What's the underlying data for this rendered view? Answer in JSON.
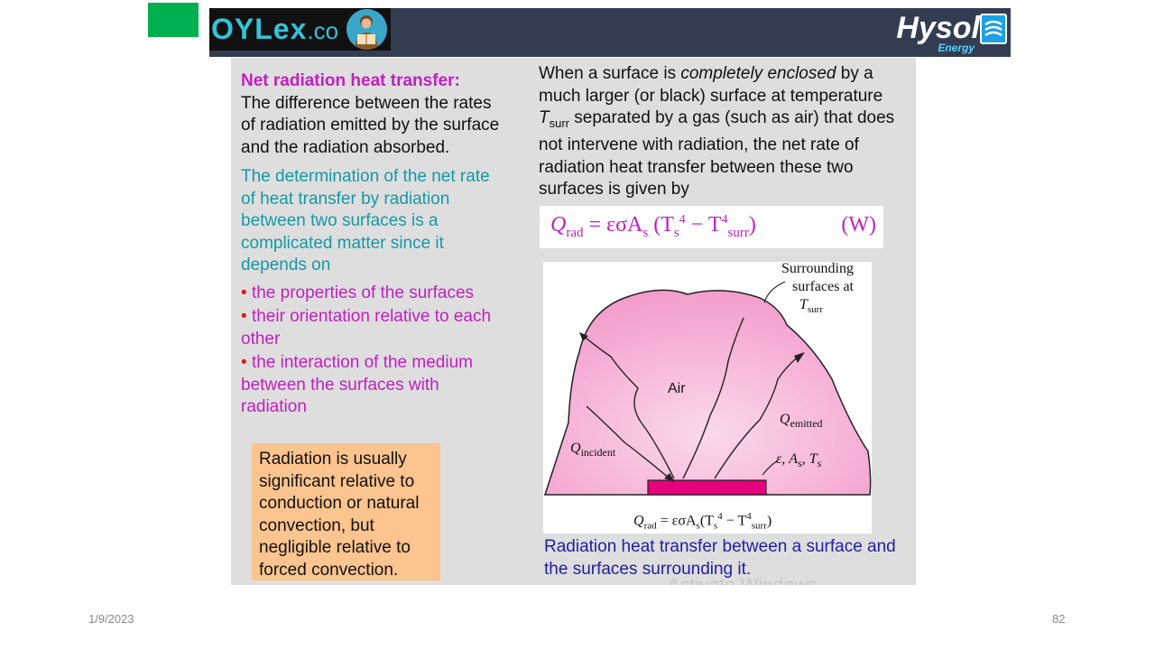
{
  "header": {
    "brand_main": "OYLex",
    "brand_suffix": ".co",
    "partner_name": "Hysol",
    "partner_sub": "Energy"
  },
  "left_column": {
    "heading": "Net radiation heat transfer:",
    "definition": "The difference between the rates of radiation emitted by the surface and the radiation absorbed.",
    "determination": "The determination of the net rate of heat transfer by radiation between two surfaces is a complicated matter since it depends on",
    "bullets": [
      "the properties of the surfaces",
      "their orientation relative to each other",
      "the interaction of the medium between the surfaces with radiation"
    ],
    "bullet_glyph": "•",
    "note": "Radiation is usually significant relative to conduction or natural convection, but negligible relative to forced convection."
  },
  "right_column": {
    "intro_1": "When a surface is ",
    "intro_emph": "completely enclosed",
    "intro_2": " by a much larger (or black) surface at temperature ",
    "intro_var": "T",
    "intro_var_sub": "surr",
    "intro_3": " separated by a gas (such as air) that does not intervene with radiation, the net rate of radiation heat transfer between these two surfaces is given by",
    "equation": {
      "lhs": "Q",
      "lhs_sub": "rad",
      "rhs": "= εσA",
      "rhs_sub": "s",
      "term1": "(T",
      "term1_sub": "s",
      "term1_sup": "4",
      "minus": "− T",
      "term2_sup": "4",
      "term2_sub": "surr",
      "close": ")",
      "unit": "(W)"
    },
    "diagram": {
      "label_surrounding_1": "Surrounding",
      "label_surrounding_2": "surfaces at",
      "label_tsurr": "T",
      "label_tsurr_sub": "surr",
      "label_air": "Air",
      "label_emitted": "Q",
      "label_emitted_sub": "emitted",
      "label_incident": "Q",
      "label_incident_sub": "incident",
      "label_props": "ε, A",
      "label_props_sub": "s",
      "label_props_2": ", T",
      "label_props_sub2": "s",
      "formula_lhs": "Q",
      "formula_lhs_sub": "rad",
      "formula_rhs": " = εσA",
      "formula_rhs_sub": "s",
      "formula_paren": "(T",
      "formula_s_sub": "s",
      "formula_sup": "4",
      "formula_minus": " − T",
      "formula_sup2": "4",
      "formula_sub2": "surr",
      "formula_close": ")"
    },
    "caption": "Radiation heat transfer between a surface and the surfaces surrounding it."
  },
  "footer": {
    "date": "1/9/2023",
    "page": "82",
    "watermark": "Activate Windows"
  },
  "colors": {
    "accent_magenta": "#c01fc0",
    "accent_teal": "#139aa5",
    "caption_blue": "#1f1fa0",
    "note_bg": "#fcc48e",
    "banner_bg": "#333d52",
    "green_marker": "#00b050"
  }
}
